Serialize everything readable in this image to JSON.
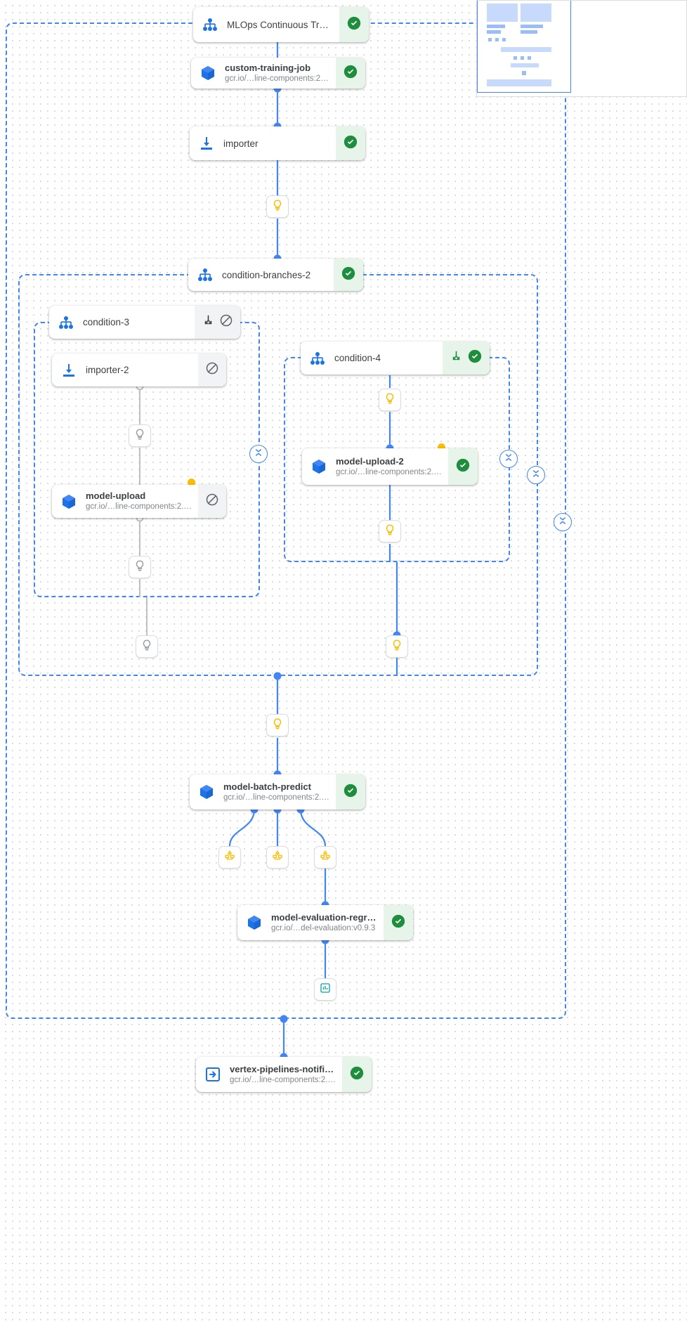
{
  "canvas": {
    "accent_blue": "#4285f4",
    "success_green": "#1e8e3e",
    "success_bg": "#e6f4ea",
    "skipped_grey": "#5f6368",
    "artifact_yellow": "#fbbc04",
    "dot_grid_color": "#d6d6d6"
  },
  "nodes": {
    "root": {
      "title": "MLOps Continuous Traini…",
      "icon": "dag-hierarchy-icon",
      "status": "succeeded",
      "status_icon": "check-circle-icon"
    },
    "custom_training_job": {
      "title": "custom-training-job",
      "subtitle": "gcr.io/…line-components:2.6.0",
      "icon": "cube-component-icon",
      "status": "succeeded",
      "status_icon": "check-circle-icon"
    },
    "importer": {
      "title": "importer",
      "icon": "import-download-icon",
      "status": "succeeded",
      "status_icon": "check-circle-icon"
    },
    "condition_branches_2": {
      "title": "condition-branches-2",
      "icon": "dag-hierarchy-icon",
      "status": "succeeded",
      "status_icon": "check-circle-icon"
    },
    "condition_3": {
      "title": "condition-3",
      "icon": "dag-hierarchy-icon",
      "status": "skipped",
      "status_icon": "block-circle-icon",
      "branch_icon": "branch-arrows-icon"
    },
    "importer_2": {
      "title": "importer-2",
      "icon": "import-download-icon",
      "status": "skipped",
      "status_icon": "block-circle-icon"
    },
    "model_upload": {
      "title": "model-upload",
      "subtitle": "gcr.io/…line-components:2.6.0",
      "icon": "cube-component-icon",
      "status": "skipped",
      "status_icon": "block-circle-icon"
    },
    "condition_4": {
      "title": "condition-4",
      "icon": "dag-hierarchy-icon",
      "status": "succeeded",
      "status_icon": "check-circle-icon",
      "branch_icon": "branch-arrows-icon"
    },
    "model_upload_2": {
      "title": "model-upload-2",
      "subtitle": "gcr.io/…line-components:2.6.0",
      "icon": "cube-component-icon",
      "status": "succeeded",
      "status_icon": "check-circle-icon"
    },
    "model_batch_predict": {
      "title": "model-batch-predict",
      "subtitle": "gcr.io/…line-components:2.6.0",
      "icon": "cube-component-icon",
      "status": "succeeded",
      "status_icon": "check-circle-icon"
    },
    "model_evaluation": {
      "title": "model-evaluation-regres…",
      "subtitle": "gcr.io/…del-evaluation:v0.9.3",
      "icon": "cube-component-icon",
      "status": "succeeded",
      "status_icon": "check-circle-icon"
    },
    "vertex_pipelines_notification": {
      "title": "vertex-pipelines-notificat…",
      "subtitle": "gcr.io/…line-components:2.6.0",
      "icon": "exit-arrow-box-icon",
      "status": "succeeded",
      "status_icon": "check-circle-icon"
    }
  },
  "mini_nodes": [
    {
      "id": "param-after-importer",
      "icon": "lightbulb-icon",
      "state": "active"
    },
    {
      "id": "param-after-importer-2",
      "icon": "lightbulb-icon",
      "state": "skipped"
    },
    {
      "id": "param-after-model-upload",
      "icon": "lightbulb-icon",
      "state": "skipped"
    },
    {
      "id": "param-condition-3-output",
      "icon": "lightbulb-icon",
      "state": "skipped"
    },
    {
      "id": "param-before-model-upload-2",
      "icon": "lightbulb-icon",
      "state": "active"
    },
    {
      "id": "param-after-model-upload-2",
      "icon": "lightbulb-icon",
      "state": "active"
    },
    {
      "id": "param-condition-4-output",
      "icon": "lightbulb-icon",
      "state": "active"
    },
    {
      "id": "param-before-batch-predict",
      "icon": "lightbulb-icon",
      "state": "active"
    },
    {
      "id": "artifact-batch-predict-1",
      "icon": "dataset-artifact-icon",
      "state": "active"
    },
    {
      "id": "artifact-batch-predict-2",
      "icon": "dataset-artifact-icon",
      "state": "active"
    },
    {
      "id": "artifact-batch-predict-3",
      "icon": "dataset-artifact-icon",
      "state": "active"
    },
    {
      "id": "artifact-evaluation-metrics",
      "icon": "metrics-chart-icon",
      "state": "active"
    }
  ],
  "collapse_buttons": [
    {
      "id": "collapse-condition-3",
      "icon": "collapse-vertical-icon"
    },
    {
      "id": "collapse-condition-4",
      "icon": "collapse-vertical-icon"
    },
    {
      "id": "collapse-condition-branches-2",
      "icon": "collapse-vertical-icon"
    },
    {
      "id": "collapse-root-dag",
      "icon": "collapse-vertical-icon"
    }
  ],
  "minimap": {
    "label": "minimap"
  }
}
